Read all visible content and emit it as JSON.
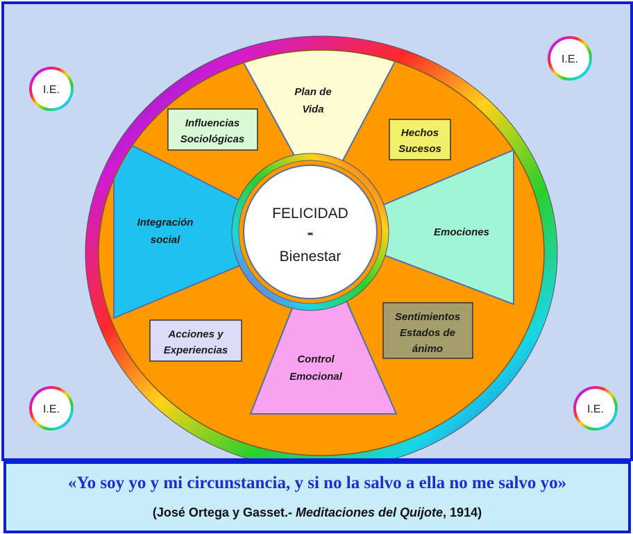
{
  "badge_text": "I.E.",
  "center": {
    "title": "FELICIDAD",
    "separator": "-",
    "subtitle": "Bienestar"
  },
  "segments": {
    "top": {
      "line1": "Plan de",
      "line2": "Vida",
      "color": "#fffbd2"
    },
    "left": {
      "line1": "Integración",
      "line2": "social",
      "color": "#1fc1f0"
    },
    "right": {
      "line1": "Emociones",
      "color": "#9ff5d6"
    },
    "bottom": {
      "line1": "Control",
      "line2": "Emocional",
      "color": "#f8a2f0"
    }
  },
  "boxes": {
    "influencias": {
      "line1": "Influencias",
      "line2": "Sociológicas",
      "color": "#d9f8d6"
    },
    "hechos": {
      "line1": "Hechos",
      "line2": "Sucesos",
      "color": "#f2f06a"
    },
    "acciones": {
      "line1": "Acciones  y",
      "line2": "Experiencias",
      "color": "#dcdcf8"
    },
    "sentimientos": {
      "line1": "Sentimientos",
      "line2": "Estados de",
      "line3": "ánimo",
      "color": "#a59d6c"
    }
  },
  "colors": {
    "wheel": "#ff9900",
    "frame": "#0a1fd6",
    "panel": "#c9d8f2",
    "quote_bg": "#c9ecfa",
    "quote_text": "#1a2fd0"
  },
  "quote": {
    "text": "«Yo soy yo y mi circunstancia, y si no la salvo a ella no me salvo yo»",
    "cite_pre": "(José Ortega y Gasset.- ",
    "cite_work": "Meditaciones del Quijote",
    "cite_post": ", 1914)"
  }
}
